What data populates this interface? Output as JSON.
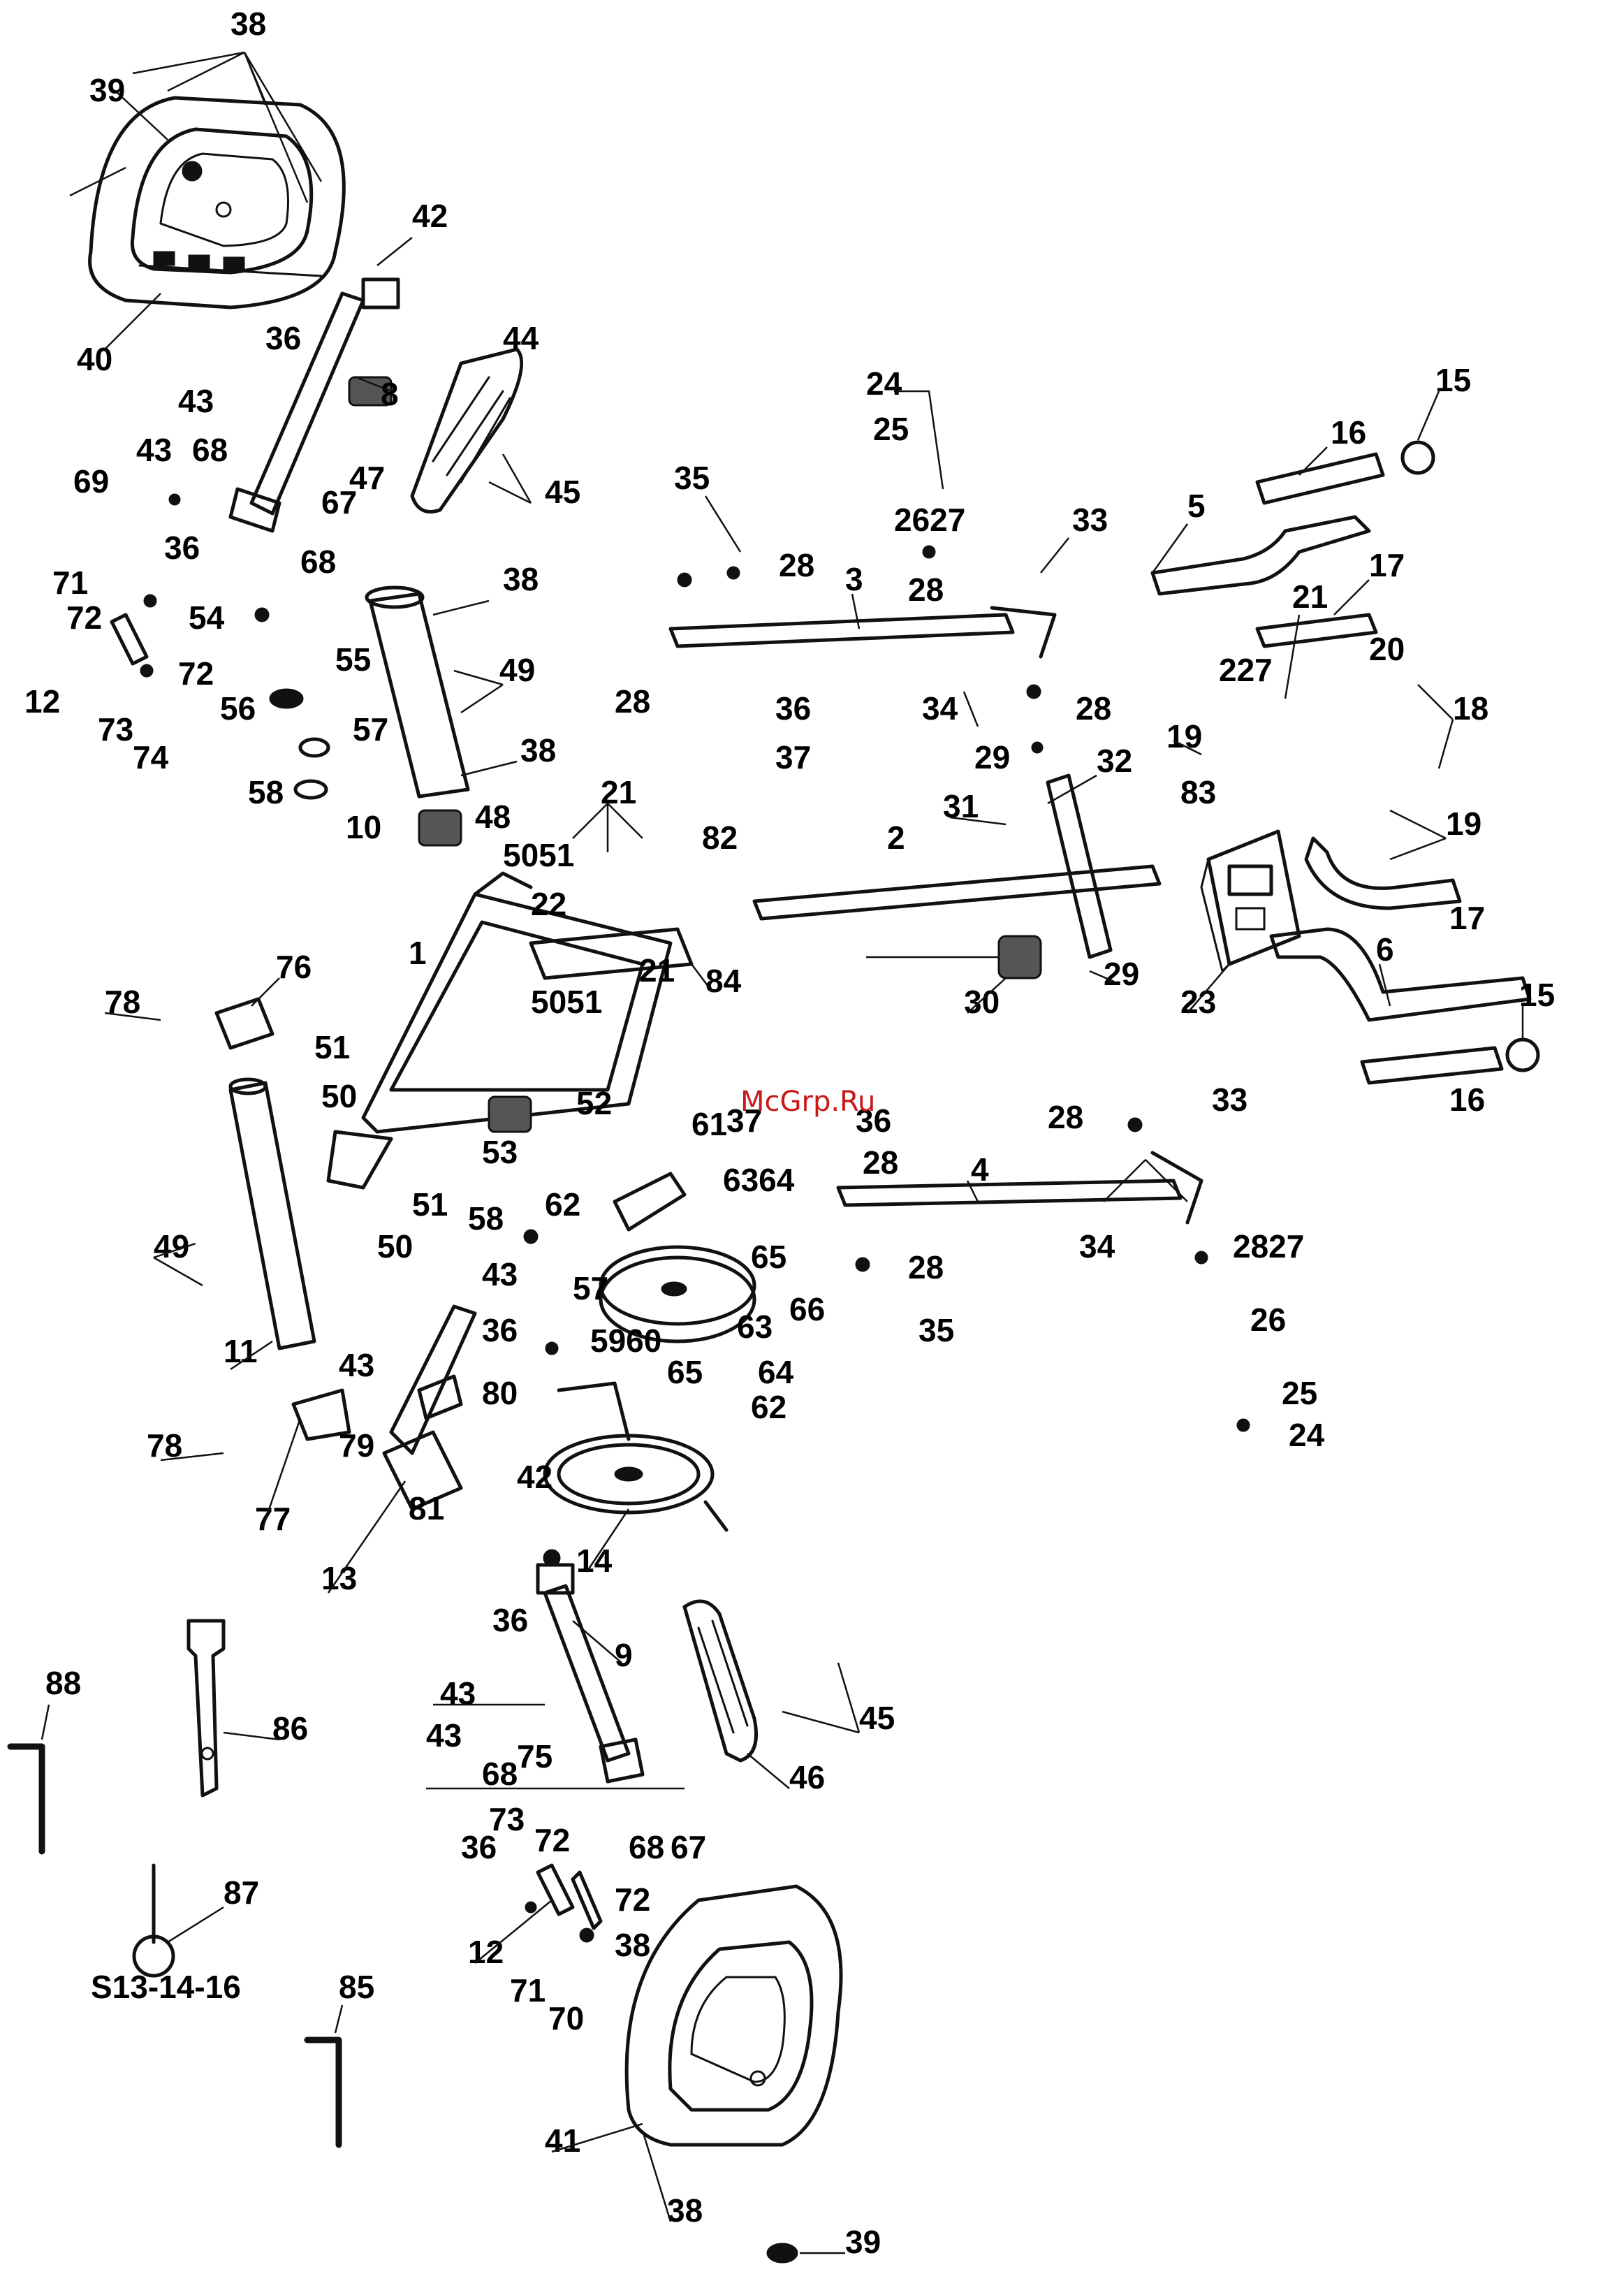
{
  "watermark": "McGrp.Ru",
  "colors": {
    "line": "#111111",
    "watermark": "#c81818",
    "background": "#ffffff"
  },
  "callouts": [
    {
      "key": "p38a",
      "text": "38"
    },
    {
      "key": "p39a",
      "text": "39"
    },
    {
      "key": "p40",
      "text": "40"
    },
    {
      "key": "p42a",
      "text": "42"
    },
    {
      "key": "p36a",
      "text": "36"
    },
    {
      "key": "p8",
      "text": "8"
    },
    {
      "key": "p44",
      "text": "44"
    },
    {
      "key": "p45a",
      "text": "45"
    },
    {
      "key": "p43a",
      "text": "43"
    },
    {
      "key": "p68a",
      "text": "68"
    },
    {
      "key": "p43b",
      "text": "43"
    },
    {
      "key": "p69",
      "text": "69"
    },
    {
      "key": "p36b",
      "text": "36"
    },
    {
      "key": "p67a",
      "text": "67"
    },
    {
      "key": "p68b",
      "text": "68"
    },
    {
      "key": "p47",
      "text": "47"
    },
    {
      "key": "p71a",
      "text": "71"
    },
    {
      "key": "p72a",
      "text": "72"
    },
    {
      "key": "p54",
      "text": "54"
    },
    {
      "key": "p55",
      "text": "55"
    },
    {
      "key": "p12a",
      "text": "12"
    },
    {
      "key": "p72b",
      "text": "72"
    },
    {
      "key": "p56",
      "text": "56"
    },
    {
      "key": "p73a",
      "text": "73"
    },
    {
      "key": "p74",
      "text": "74"
    },
    {
      "key": "p57a",
      "text": "57"
    },
    {
      "key": "p58a",
      "text": "58"
    },
    {
      "key": "p10",
      "text": "10"
    },
    {
      "key": "p38b",
      "text": "38"
    },
    {
      "key": "p49a",
      "text": "49"
    },
    {
      "key": "p38c",
      "text": "38"
    },
    {
      "key": "p24a",
      "text": "24"
    },
    {
      "key": "p25a",
      "text": "25"
    },
    {
      "key": "p35a",
      "text": "35"
    },
    {
      "key": "p2627a",
      "text": "2627"
    },
    {
      "key": "p28a",
      "text": "28"
    },
    {
      "key": "p28b",
      "text": "28"
    },
    {
      "key": "p3",
      "text": "3"
    },
    {
      "key": "p33a",
      "text": "33"
    },
    {
      "key": "p5",
      "text": "5"
    },
    {
      "key": "p16a",
      "text": "16"
    },
    {
      "key": "p15a",
      "text": "15"
    },
    {
      "key": "p17a",
      "text": "17"
    },
    {
      "key": "p28c",
      "text": "28"
    },
    {
      "key": "p36c",
      "text": "36"
    },
    {
      "key": "p37a",
      "text": "37"
    },
    {
      "key": "p34a",
      "text": "34"
    },
    {
      "key": "p28d",
      "text": "28"
    },
    {
      "key": "p29a",
      "text": "29"
    },
    {
      "key": "p32",
      "text": "32"
    },
    {
      "key": "p31",
      "text": "31"
    },
    {
      "key": "p21a",
      "text": "21"
    },
    {
      "key": "p227",
      "text": "227"
    },
    {
      "key": "p20",
      "text": "20"
    },
    {
      "key": "p18",
      "text": "18"
    },
    {
      "key": "p19a",
      "text": "19"
    },
    {
      "key": "p19b",
      "text": "19"
    },
    {
      "key": "p83",
      "text": "83"
    },
    {
      "key": "p17b",
      "text": "17"
    },
    {
      "key": "p48",
      "text": "48"
    },
    {
      "key": "p5051a",
      "text": "5051"
    },
    {
      "key": "p21b",
      "text": "21"
    },
    {
      "key": "p22",
      "text": "22"
    },
    {
      "key": "p82",
      "text": "82"
    },
    {
      "key": "p2",
      "text": "2"
    },
    {
      "key": "p1",
      "text": "1"
    },
    {
      "key": "p5051b",
      "text": "5051"
    },
    {
      "key": "p21c",
      "text": "21"
    },
    {
      "key": "p84",
      "text": "84"
    },
    {
      "key": "p29b",
      "text": "29"
    },
    {
      "key": "p30",
      "text": "30"
    },
    {
      "key": "p23",
      "text": "23"
    },
    {
      "key": "p6",
      "text": "6"
    },
    {
      "key": "p15b",
      "text": "15"
    },
    {
      "key": "p76",
      "text": "76"
    },
    {
      "key": "p78a",
      "text": "78"
    },
    {
      "key": "p51a",
      "text": "51"
    },
    {
      "key": "p50a",
      "text": "50"
    },
    {
      "key": "p52",
      "text": "52"
    },
    {
      "key": "p53",
      "text": "53"
    },
    {
      "key": "p51b",
      "text": "51"
    },
    {
      "key": "p50b",
      "text": "50"
    },
    {
      "key": "p37b",
      "text": "37"
    },
    {
      "key": "p36d",
      "text": "36"
    },
    {
      "key": "p28e",
      "text": "28"
    },
    {
      "key": "p4",
      "text": "4"
    },
    {
      "key": "p28f",
      "text": "28"
    },
    {
      "key": "p33b",
      "text": "33"
    },
    {
      "key": "p16b",
      "text": "16"
    },
    {
      "key": "p61",
      "text": "61"
    },
    {
      "key": "p6364a",
      "text": "6364"
    },
    {
      "key": "p62a",
      "text": "62"
    },
    {
      "key": "p65a",
      "text": "65"
    },
    {
      "key": "p66",
      "text": "66"
    },
    {
      "key": "p34b",
      "text": "34"
    },
    {
      "key": "p2827",
      "text": "2827"
    },
    {
      "key": "p26",
      "text": "26"
    },
    {
      "key": "p49b",
      "text": "49"
    },
    {
      "key": "p11",
      "text": "11"
    },
    {
      "key": "p58b",
      "text": "58"
    },
    {
      "key": "p43c",
      "text": "43"
    },
    {
      "key": "p57b",
      "text": "57"
    },
    {
      "key": "p36e",
      "text": "36"
    },
    {
      "key": "p5960",
      "text": "5960"
    },
    {
      "key": "p28g",
      "text": "28"
    },
    {
      "key": "p35b",
      "text": "35"
    },
    {
      "key": "p63",
      "text": "63"
    },
    {
      "key": "p64",
      "text": "64"
    },
    {
      "key": "p65b",
      "text": "65"
    },
    {
      "key": "p62b",
      "text": "62"
    },
    {
      "key": "p25b",
      "text": "25"
    },
    {
      "key": "p24b",
      "text": "24"
    },
    {
      "key": "p43d",
      "text": "43"
    },
    {
      "key": "p80",
      "text": "80"
    },
    {
      "key": "p79",
      "text": "79"
    },
    {
      "key": "p78b",
      "text": "78"
    },
    {
      "key": "p77",
      "text": "77"
    },
    {
      "key": "p81",
      "text": "81"
    },
    {
      "key": "p13",
      "text": "13"
    },
    {
      "key": "p42b",
      "text": "42"
    },
    {
      "key": "p14",
      "text": "14"
    },
    {
      "key": "p88",
      "text": "88"
    },
    {
      "key": "p86",
      "text": "86"
    },
    {
      "key": "p36f",
      "text": "36"
    },
    {
      "key": "p9",
      "text": "9"
    },
    {
      "key": "p45b",
      "text": "45"
    },
    {
      "key": "p43e",
      "text": "43"
    },
    {
      "key": "p75",
      "text": "75"
    },
    {
      "key": "p68c",
      "text": "68"
    },
    {
      "key": "p43f",
      "text": "43"
    },
    {
      "key": "p73b",
      "text": "73"
    },
    {
      "key": "p36g",
      "text": "36"
    },
    {
      "key": "p72c",
      "text": "72"
    },
    {
      "key": "p68d",
      "text": "68"
    },
    {
      "key": "p67b",
      "text": "67"
    },
    {
      "key": "p46",
      "text": "46"
    },
    {
      "key": "p87",
      "text": "87"
    },
    {
      "key": "p12b",
      "text": "12"
    },
    {
      "key": "p72d",
      "text": "72"
    },
    {
      "key": "p38d",
      "text": "38"
    },
    {
      "key": "p71b",
      "text": "71"
    },
    {
      "key": "p70",
      "text": "70"
    },
    {
      "key": "p85",
      "text": "85"
    },
    {
      "key": "p41",
      "text": "41"
    },
    {
      "key": "p38e",
      "text": "38"
    },
    {
      "key": "p39b",
      "text": "39"
    },
    {
      "key": "pS",
      "text": "S13-14-16"
    }
  ]
}
